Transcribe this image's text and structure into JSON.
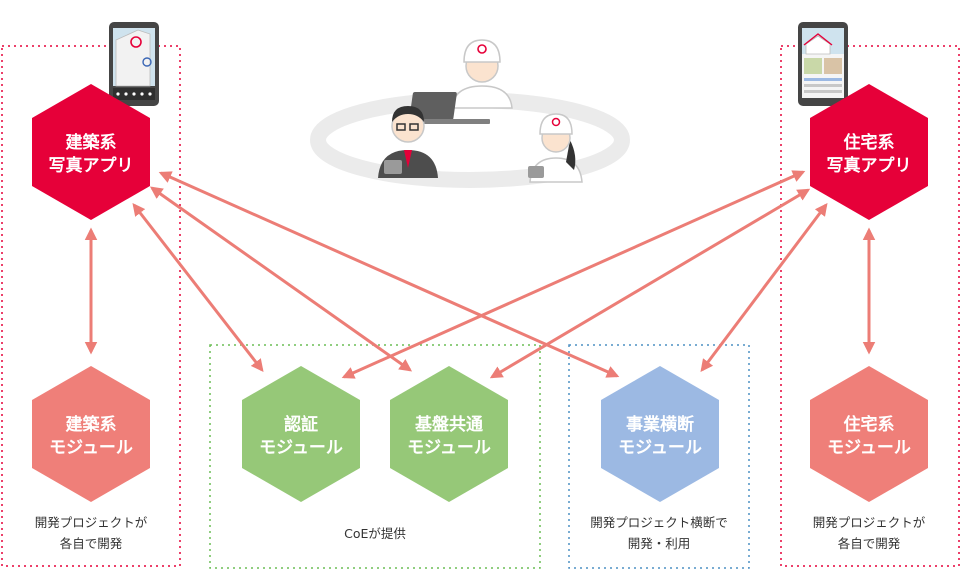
{
  "colors": {
    "app_red": "#e60039",
    "module_red": "#ef7f79",
    "module_green": "#96c878",
    "module_blue": "#9cb9e3",
    "arrow": "#ec7d76",
    "group_green": "#6bbd56",
    "group_blue": "#4d90c4"
  },
  "apps": {
    "kenchiku": {
      "line1": "建築系",
      "line2": "写真アプリ"
    },
    "jutaku": {
      "line1": "住宅系",
      "line2": "写真アプリ"
    }
  },
  "modules": {
    "kenchiku": {
      "line1": "建築系",
      "line2": "モジュール"
    },
    "ninsho": {
      "line1": "認証",
      "line2": "モジュール"
    },
    "kiban": {
      "line1": "基盤共通",
      "line2": "モジュール"
    },
    "jigyo": {
      "line1": "事業横断",
      "line2": "モジュール"
    },
    "jutaku": {
      "line1": "住宅系",
      "line2": "モジュール"
    }
  },
  "captions": {
    "left": {
      "line1": "開発プロジェクトが",
      "line2": "各自で開発"
    },
    "coe": {
      "line1": "CoEが提供"
    },
    "cross": {
      "line1": "開発プロジェクト横断で",
      "line2": "開発・利用"
    },
    "right": {
      "line1": "開発プロジェクトが",
      "line2": "各自で開発"
    }
  },
  "illustrations": {
    "team": "meeting-team-illustration",
    "device_left": "tablet-building-photo-icon",
    "device_right": "tablet-house-photo-icon"
  }
}
